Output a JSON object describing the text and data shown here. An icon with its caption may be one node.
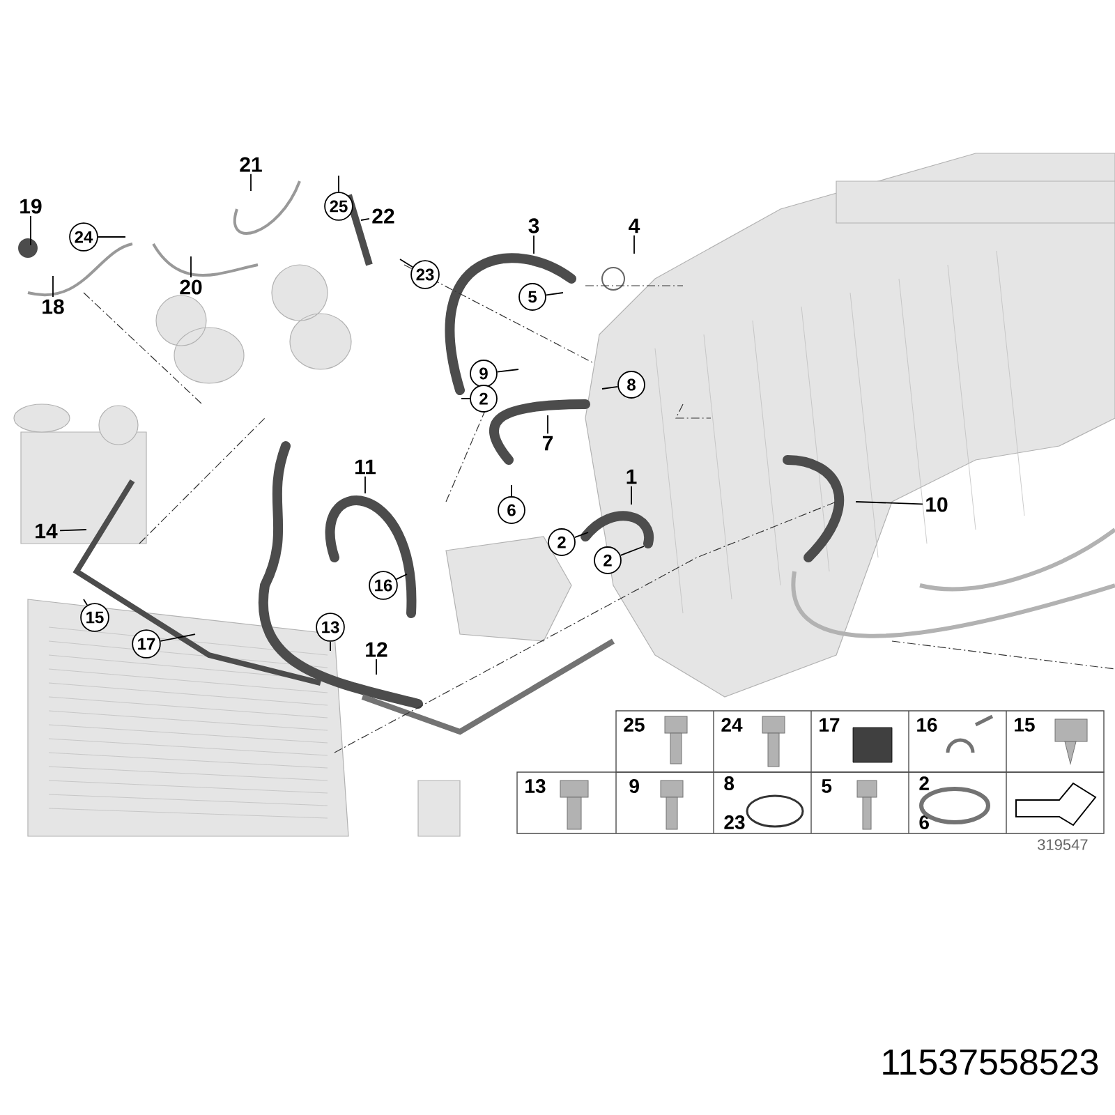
{
  "diagram": {
    "nodes": [
      {
        "text": [
          "19"
        ]
      },
      {
        "text": [
          "24"
        ]
      },
      {
        "text": [
          "18"
        ]
      },
      {
        "text": [
          "20"
        ]
      },
      {
        "text": [
          "21"
        ]
      },
      {
        "text": [
          "25"
        ]
      },
      {
        "text": [
          "22"
        ]
      },
      {
        "text": [
          "23"
        ]
      },
      {
        "text": [
          "3"
        ]
      },
      {
        "text": [
          "4"
        ]
      },
      {
        "text": [
          "5"
        ]
      },
      {
        "text": [
          "9"
        ]
      },
      {
        "text": [
          "8"
        ]
      },
      {
        "text": [
          "2"
        ]
      },
      {
        "text": [
          "7"
        ]
      },
      {
        "text": [
          "6"
        ]
      },
      {
        "text": [
          "1"
        ]
      },
      {
        "text": [
          "2"
        ]
      },
      {
        "text": [
          "2"
        ]
      },
      {
        "text": [
          "10"
        ]
      },
      {
        "text": [
          "11"
        ]
      },
      {
        "text": [
          "16"
        ]
      },
      {
        "text": [
          "14"
        ]
      },
      {
        "text": [
          "15"
        ]
      },
      {
        "text": [
          "17"
        ]
      },
      {
        "text": [
          "13"
        ]
      },
      {
        "text": [
          "12"
        ]
      }
    ],
    "edges": [
      {
        "from": 0,
        "to": null,
        "arrow": "none"
      },
      {
        "from": 1,
        "to": null,
        "arrow": "none"
      },
      {
        "from": 2,
        "to": null,
        "arrow": "none"
      },
      {
        "from": 3,
        "to": null,
        "arrow": "none"
      },
      {
        "from": 4,
        "to": null,
        "arrow": "none"
      },
      {
        "from": 5,
        "to": null,
        "arrow": "none"
      },
      {
        "from": 6,
        "to": null,
        "arrow": "none"
      },
      {
        "from": 7,
        "to": null,
        "arrow": "none"
      },
      {
        "from": 8,
        "to": null,
        "arrow": "none"
      },
      {
        "from": 9,
        "to": null,
        "arrow": "none"
      },
      {
        "from": 10,
        "to": null,
        "arrow": "none"
      },
      {
        "from": 11,
        "to": null,
        "arrow": "none"
      },
      {
        "from": 12,
        "to": null,
        "arrow": "none"
      },
      {
        "from": 13,
        "to": null,
        "arrow": "none"
      },
      {
        "from": 14,
        "to": null,
        "arrow": "none"
      },
      {
        "from": 15,
        "to": null,
        "arrow": "none"
      },
      {
        "from": 16,
        "to": null,
        "arrow": "none"
      },
      {
        "from": 17,
        "to": null,
        "arrow": "none"
      },
      {
        "from": 18,
        "to": null,
        "arrow": "none"
      },
      {
        "from": 19,
        "to": null,
        "arrow": "none"
      },
      {
        "from": 20,
        "to": null,
        "arrow": "none"
      },
      {
        "from": 21,
        "to": null,
        "arrow": "none"
      },
      {
        "from": 22,
        "to": null,
        "arrow": "none"
      },
      {
        "from": 23,
        "to": null,
        "arrow": "none"
      },
      {
        "from": 24,
        "to": null,
        "arrow": "none"
      },
      {
        "from": 25,
        "to": null,
        "arrow": "none"
      },
      {
        "from": 26,
        "to": null,
        "arrow": "none"
      }
    ],
    "labels": [
      "25",
      "24",
      "17",
      "16",
      "15",
      "13",
      "9",
      "8",
      "23",
      "5",
      "2",
      "6",
      "319547",
      "11537558523"
    ]
  }
}
